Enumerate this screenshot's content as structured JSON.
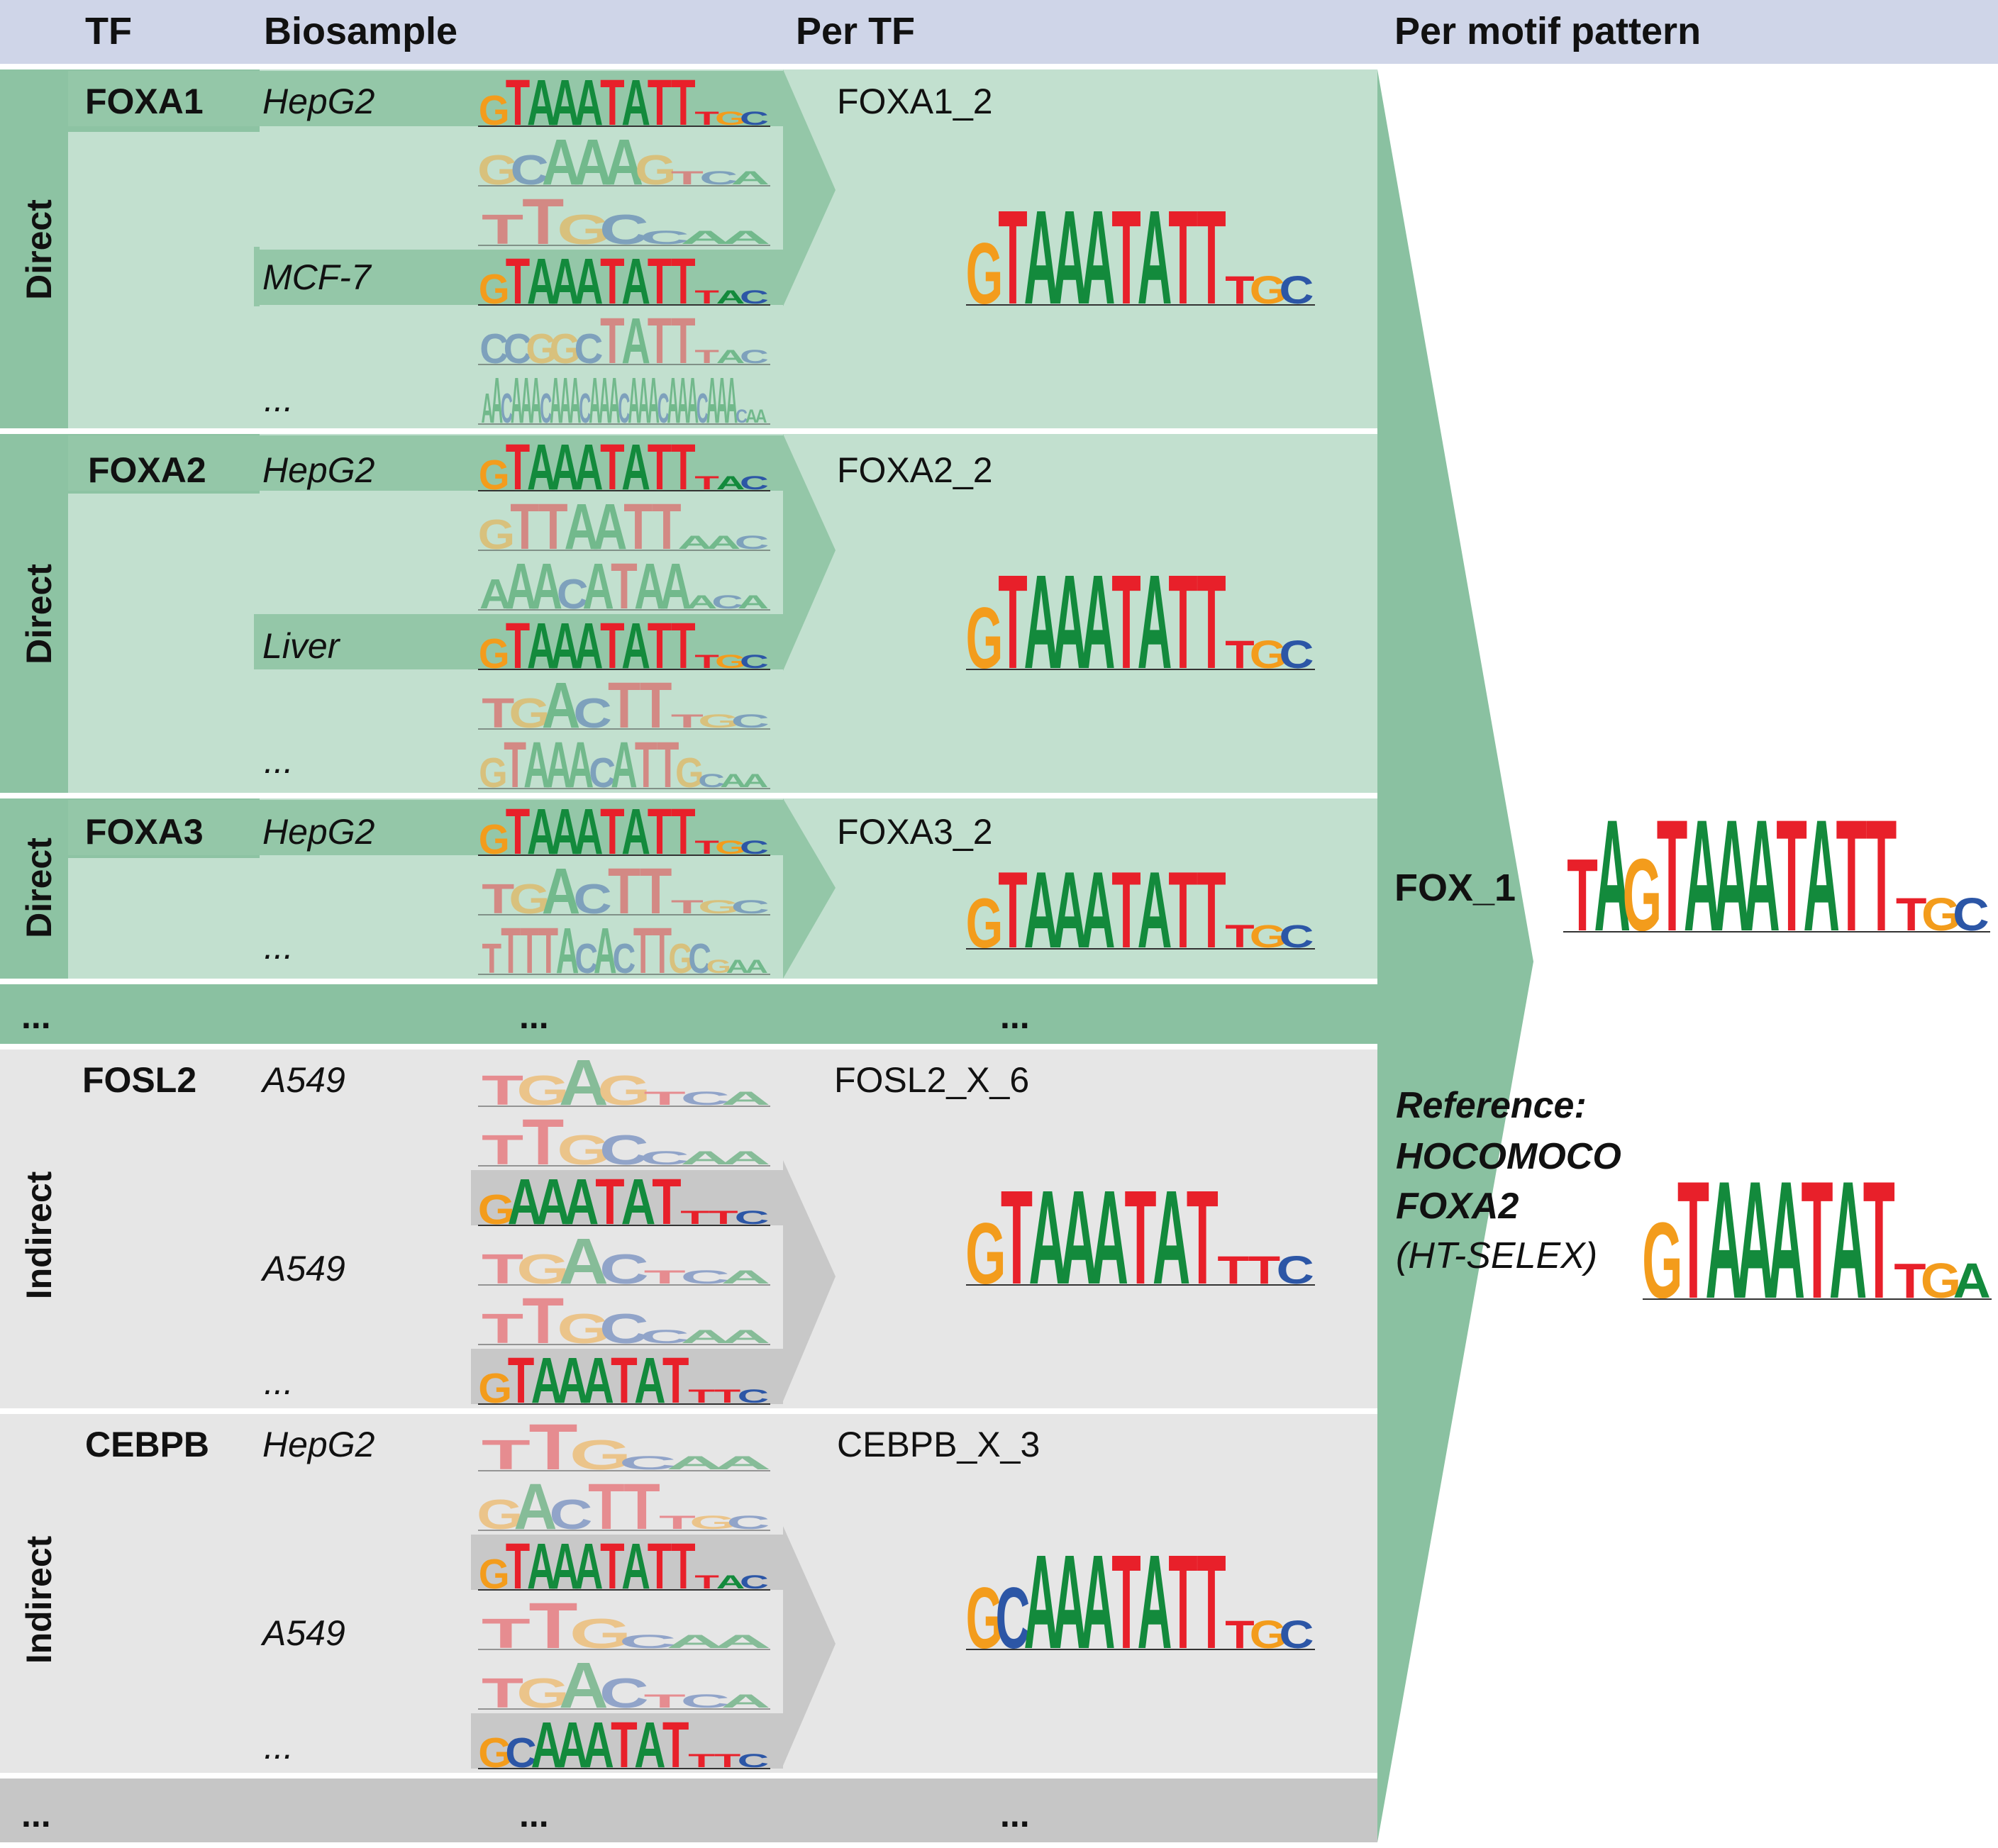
{
  "header": {
    "tf": "TF",
    "biosample": "Biosample",
    "per_tf": "Per TF",
    "per_motif_pattern": "Per motif pattern"
  },
  "colors": {
    "header_bg": "#cfd5e8",
    "direct_block": "#c2e0cf",
    "direct_side": "#8dc3a3",
    "direct_band": "#94c7a8",
    "indirect_block": "#e6e6e6",
    "indirect_band": "#c8c8c8",
    "big_arrow": "#8ac1a1",
    "ellipsis_bar_direct": "#8ac1a1",
    "ellipsis_bar_indirect": "#c6c6c6",
    "nucleotide_A": "#138a3c",
    "nucleotide_C": "#2c56a6",
    "nucleotide_G": "#f39c1c",
    "nucleotide_T": "#e8202a"
  },
  "blocks": [
    {
      "category": "Direct",
      "tf": "FOXA1",
      "per_tf_motif": "FOXA1_2",
      "biosamples": [
        "HepG2",
        "MCF-7",
        "..."
      ],
      "rows": [
        {
          "motif": "GTAAATATTTGC",
          "selected": true
        },
        {
          "motif": "GCAAAGTCA",
          "selected": false
        },
        {
          "motif": "TTGCCAA",
          "selected": false
        },
        {
          "motif": "GTAAATATTTAC",
          "selected": true
        },
        {
          "motif": "CCGGCTATTTAC",
          "selected": false
        },
        {
          "motif": "AACAAACAAACAAACAAACAAACAAACAA",
          "selected": false
        }
      ],
      "consensus": "GTAAATATTTGC"
    },
    {
      "category": "Direct",
      "tf": "FOXA2",
      "per_tf_motif": "FOXA2_2",
      "biosamples": [
        "HepG2",
        "Liver",
        "..."
      ],
      "rows": [
        {
          "motif": "GTAAATATTTAC",
          "selected": true
        },
        {
          "motif": "GTTAATTAAC",
          "selected": false
        },
        {
          "motif": "AAACATAAACA",
          "selected": false
        },
        {
          "motif": "GTAAATATTTGC",
          "selected": true
        },
        {
          "motif": "TGACTTTGC",
          "selected": false
        },
        {
          "motif": "GTAAACATTGCAA",
          "selected": false
        }
      ],
      "consensus": "GTAAATATTTGC"
    },
    {
      "category": "Direct",
      "tf": "FOXA3",
      "per_tf_motif": "FOXA3_2",
      "biosamples": [
        "HepG2",
        "..."
      ],
      "rows": [
        {
          "motif": "GTAAATATTTGC",
          "selected": true
        },
        {
          "motif": "TGACTTTGC",
          "selected": false
        },
        {
          "motif": "TTTTACACTTGCGAA",
          "selected": false
        }
      ],
      "consensus": "GTAAATATTTGC"
    },
    {
      "category": "Indirect",
      "tf": "FOSL2",
      "per_tf_motif": "FOSL2_X_6",
      "biosamples": [
        "A549",
        "A549",
        "..."
      ],
      "rows": [
        {
          "motif": "TGAGTCA",
          "selected": false
        },
        {
          "motif": "TTGCCAA",
          "selected": false
        },
        {
          "motif": "GAAATATTTC",
          "selected": true
        },
        {
          "motif": "TGACTCA",
          "selected": false
        },
        {
          "motif": "TTGCCAA",
          "selected": false
        },
        {
          "motif": "GTAAATATTTC",
          "selected": true
        }
      ],
      "consensus": "GTAAATATTTC"
    },
    {
      "category": "Indirect",
      "tf": "CEBPB",
      "per_tf_motif": "CEBPB_X_3",
      "biosamples": [
        "HepG2",
        "A549",
        "..."
      ],
      "rows": [
        {
          "motif": "TTGCAA",
          "selected": false
        },
        {
          "motif": "GACTTTGC",
          "selected": false
        },
        {
          "motif": "GTAAATATTTAC",
          "selected": true
        },
        {
          "motif": "TTGCAA",
          "selected": false
        },
        {
          "motif": "TGACTCA",
          "selected": false
        },
        {
          "motif": "GCAAATATTTC",
          "selected": true
        }
      ],
      "consensus": "GCAAATATTTGC"
    }
  ],
  "ellipsis": [
    "...",
    "...",
    "..."
  ],
  "pattern": {
    "name": "FOX_1",
    "motif": "TAGTAAATATTTGC",
    "reference_title": "Reference:",
    "reference_db": "HOCOMOCO",
    "reference_tf": "FOXA2",
    "reference_method": "(HT-SELEX)",
    "reference_motif": "GTAAATATTGA"
  }
}
